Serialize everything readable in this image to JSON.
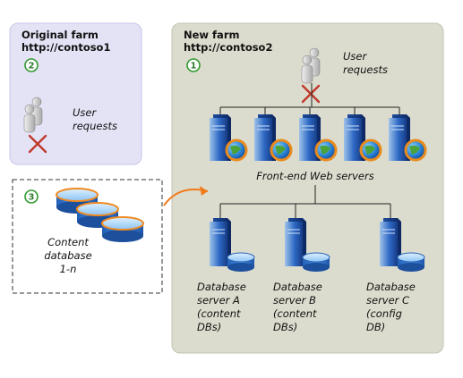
{
  "original_farm": {
    "title": "Original farm",
    "url": "http://contoso1",
    "step": "2",
    "user_label_1": "User",
    "user_label_2": "requests"
  },
  "new_farm": {
    "title": "New farm",
    "url": "http://contoso2",
    "step": "1",
    "user_label_1": "User",
    "user_label_2": "requests",
    "web_servers_label": "Front-end Web servers",
    "db_servers": [
      {
        "lines": [
          "Database",
          "server A",
          "(content",
          "DBs)"
        ]
      },
      {
        "lines": [
          "Database",
          "server B",
          "(content",
          "DBs)"
        ]
      },
      {
        "lines": [
          "Database",
          "server C",
          "(config",
          "DB)"
        ]
      }
    ]
  },
  "content_db": {
    "step": "3",
    "lines": [
      "Content",
      "database",
      "1-n"
    ]
  },
  "colors": {
    "original_farm_bg": "#e4e3f6",
    "new_farm_bg": "#dcdcce",
    "step_circle": "#2f9a2f",
    "arrow": "#f07a1a",
    "block_x": "#c0392b"
  }
}
